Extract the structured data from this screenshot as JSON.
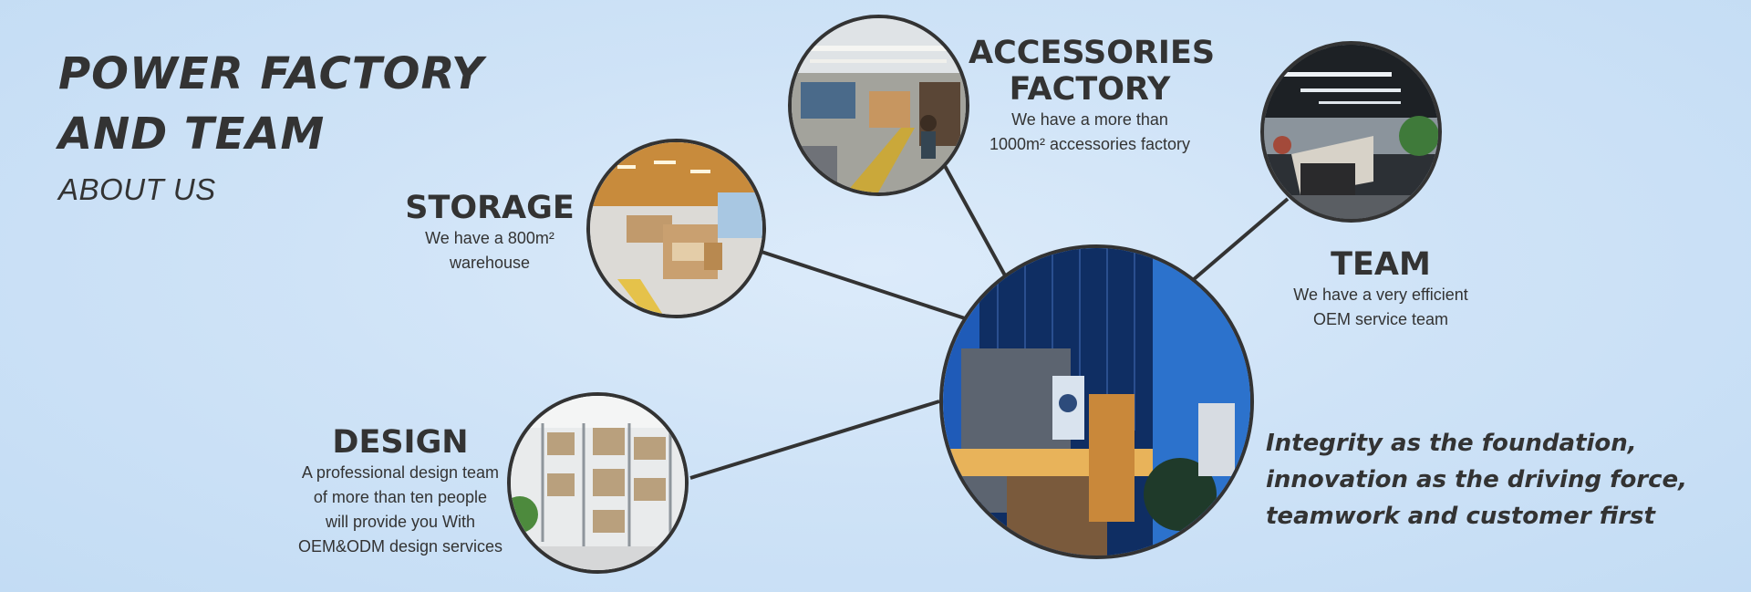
{
  "header": {
    "title_line1": "POWER FACTORY",
    "title_line2": "AND TEAM",
    "subtitle": "ABOUT US"
  },
  "features": {
    "accessories": {
      "title_line1": "ACCESSORIES",
      "title_line2": "FACTORY",
      "desc_line1": "We have a more than",
      "desc_line2": "1000m² accessories factory"
    },
    "storage": {
      "title": "STORAGE",
      "desc_line1": "We have a 800m²",
      "desc_line2": "warehouse"
    },
    "team": {
      "title": "TEAM",
      "desc_line1": "We have a very efficient",
      "desc_line2": "OEM service team"
    },
    "design": {
      "title": "DESIGN",
      "desc_line1": "A professional design team",
      "desc_line2": "of more than ten people",
      "desc_line3": "will provide you With",
      "desc_line4": "OEM&ODM design services"
    }
  },
  "slogan": {
    "line1": "Integrity as the foundation,",
    "line2": "innovation as the driving force,",
    "line3": "teamwork and customer first"
  },
  "colors": {
    "text": "#333333",
    "border": "#333333",
    "background": "#cfe3f7"
  }
}
